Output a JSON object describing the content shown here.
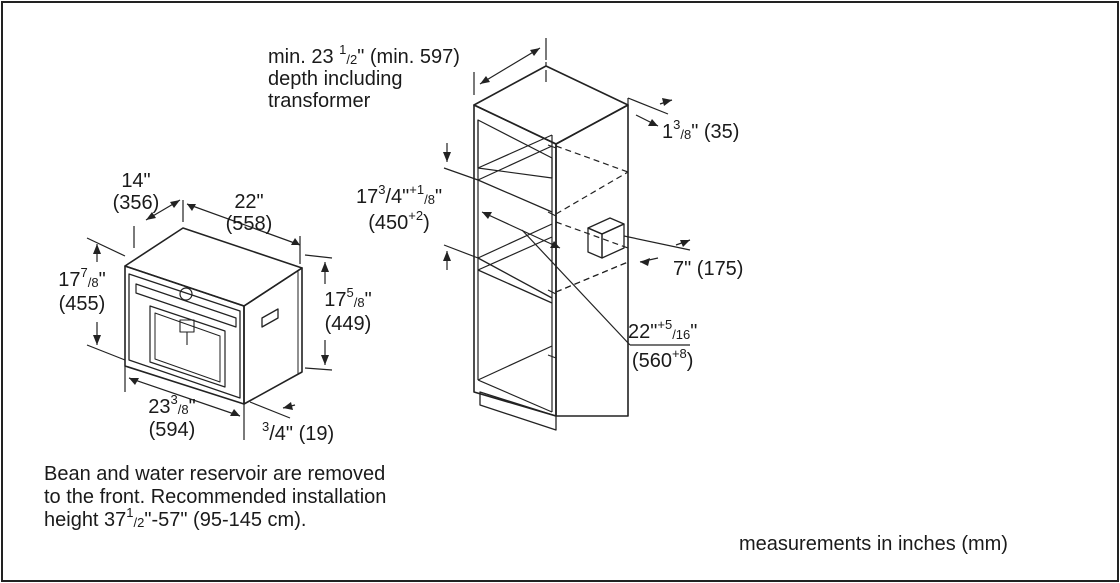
{
  "depth": {
    "line1_a": "min. 23 ",
    "line1_sup": "1",
    "line1_sub": "/2",
    "line1_b": "\" (min. 597)",
    "line2": "depth including",
    "line3": "transformer"
  },
  "cabinet_side_gap": {
    "a": "1",
    "sup": "3",
    "sub": "/8",
    "b": "\" (35)"
  },
  "cutout_height": {
    "a": "17",
    "sup1": "3",
    "mid": "/4\"",
    "sup2": "+1",
    "sub": "/8",
    "end": "\"",
    "mm": "(450",
    "mm_sup": "+2",
    "mm_end": ")"
  },
  "transformer_offset": "7\" (175)",
  "cutout_width": {
    "a": "22\"",
    "sup": "+5",
    "sub": "/16",
    "end": "\"",
    "mm": "(560",
    "mm_sup": "+8",
    "mm_end": ")"
  },
  "machine_depth": {
    "in": "14\"",
    "mm": "(356)"
  },
  "machine_width": {
    "in": "22\"",
    "mm": "(558)"
  },
  "front_height": {
    "a": "17",
    "sup": "7",
    "sub": "/8",
    "end": "\"",
    "mm": "(455)"
  },
  "body_height": {
    "a": "17",
    "sup": "5",
    "sub": "/8",
    "end": "\"",
    "mm": "(449)"
  },
  "front_width": {
    "a": "23",
    "sup": "3",
    "sub": "/8",
    "end": "\"",
    "mm": "(594)"
  },
  "panel_offset": {
    "sub": "3",
    "rest": "/4\" (19)"
  },
  "installation_note": {
    "line1": "Bean and water reservoir are removed",
    "line2": "to the front. Recommended installation",
    "line3_a": "height 37",
    "line3_sup": "1",
    "line3_sub": "/2",
    "line3_b": "\"-57\" (95-145 cm)."
  },
  "units_note": "measurements in inches (mm)"
}
